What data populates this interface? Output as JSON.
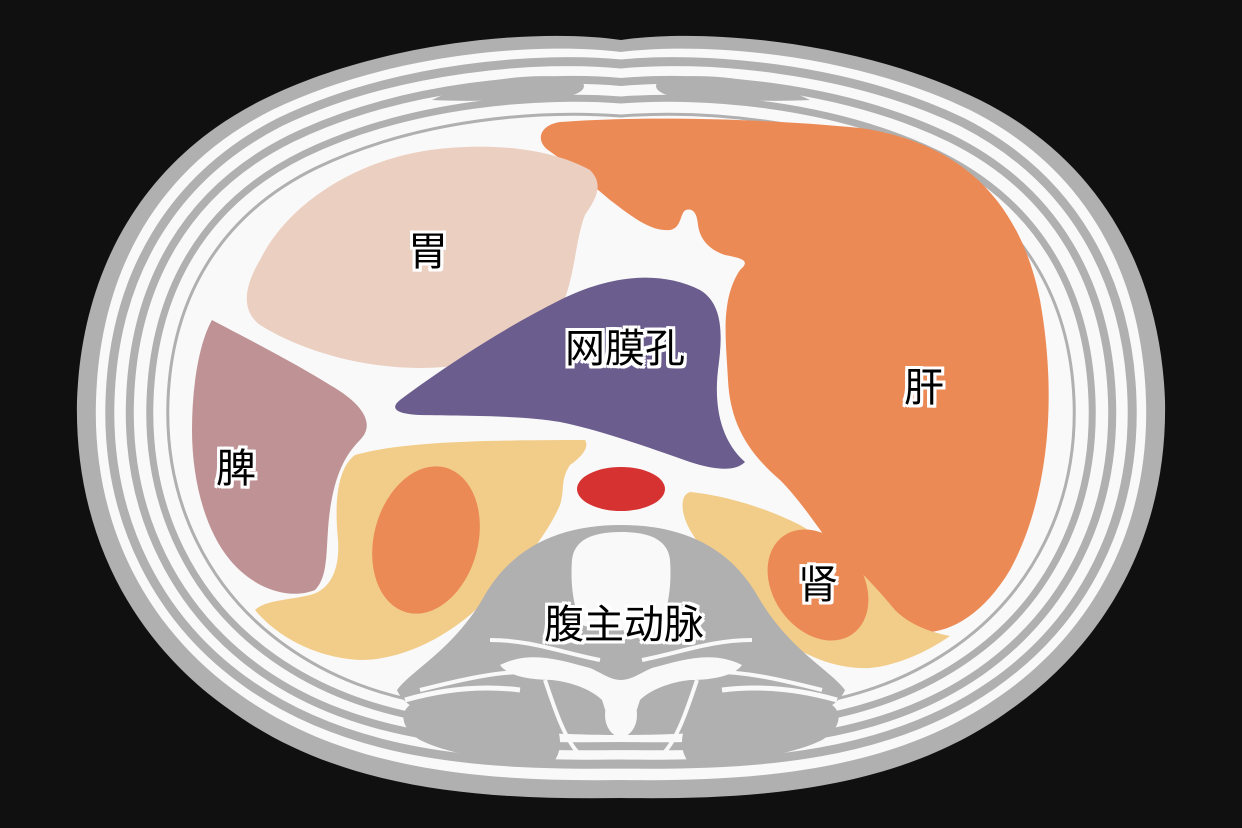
{
  "diagram": {
    "type": "axial-abdominal-cross-section",
    "background_color": "#101010",
    "labels": {
      "stomach": "胃",
      "epiploic_foramen": "网膜孔",
      "liver": "肝",
      "spleen": "脾",
      "kidney": "肾",
      "abdominal_aorta": "腹主动脉"
    },
    "colors": {
      "body_outline": "#b0b0b0",
      "tissue": "#faf9f9",
      "muscle": "#b0b0b0",
      "liver": "#ec8a56",
      "stomach": "#ebcfc1",
      "spleen": "#bf9395",
      "epiploic_foramen": "#6b5e8e",
      "kidney_fat": "#f2cd8a",
      "kidney": "#ec8a56",
      "aorta": "#d63232",
      "vertebra": "#b0b0b0"
    }
  }
}
